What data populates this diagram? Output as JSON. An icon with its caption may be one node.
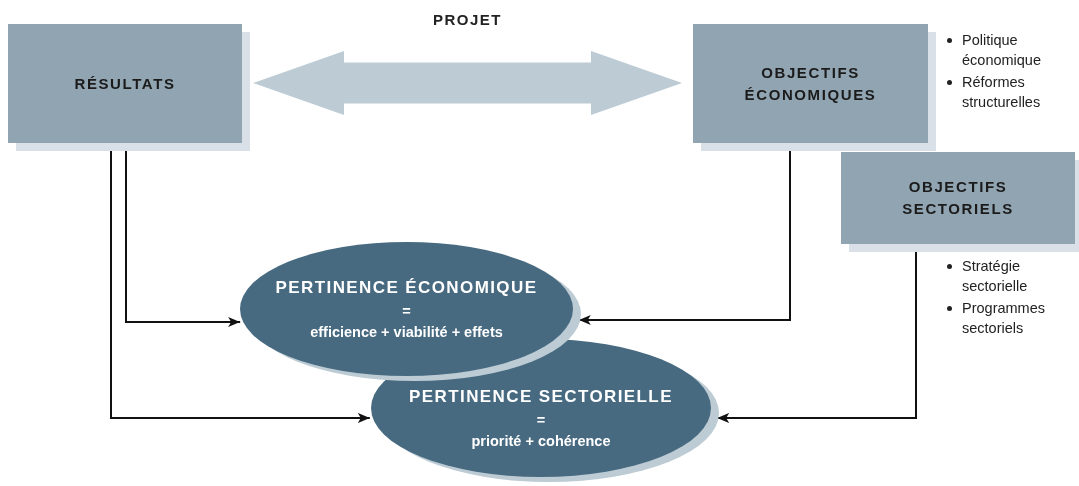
{
  "diagram": {
    "nodes": [
      {
        "text": [
          "RÉSULTATS"
        ]
      },
      {
        "text": [
          "OBJECTIFS ÉCONOMIQUES"
        ],
        "beside": [
          "Politique économique",
          "Réformes structurelles"
        ]
      },
      {
        "text": [
          "OBJECTIFS SECTORIELS"
        ],
        "beside": [
          "Stratégie sectorielle",
          "Programmes sectoriels"
        ]
      },
      {
        "text": [
          "PERTINENCE ÉCONOMIQUE",
          "=",
          "efficience + viabilité + effets"
        ]
      },
      {
        "text": [
          "PERTINENCE SECTORIELLE",
          "=",
          "priorité + cohérence"
        ]
      }
    ],
    "edges": [
      {
        "from": 0,
        "to": 1,
        "arrow": "both",
        "label": "PROJET",
        "style": "thick",
        "color": "#bccbd4"
      },
      {
        "from": 0,
        "to": 3,
        "arrow": "to"
      },
      {
        "from": 0,
        "to": 4,
        "arrow": "to"
      },
      {
        "from": 1,
        "to": 3,
        "arrow": "to"
      },
      {
        "from": 2,
        "to": 4,
        "arrow": "to"
      }
    ]
  }
}
